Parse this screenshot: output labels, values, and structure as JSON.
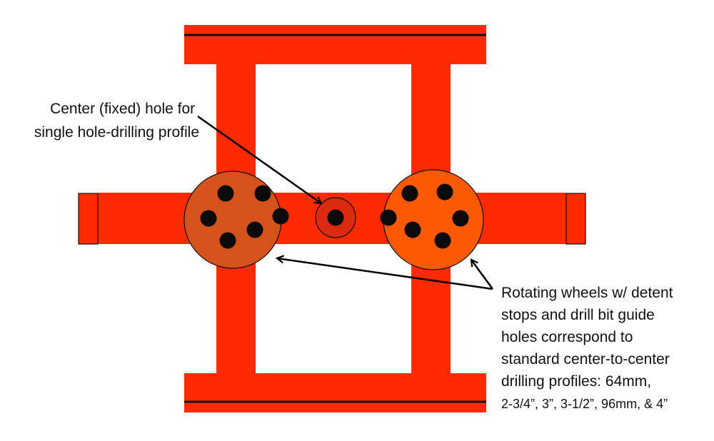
{
  "colors": {
    "frame": "#ff2a00",
    "left_wheel": "#d5531b",
    "right_wheel": "#ff5900",
    "center_hub": "#dc2a10",
    "hole": "#0a0a0a"
  },
  "callouts": {
    "center_hole": {
      "lines": [
        "Center (fixed) hole for",
        "single hole-drilling profile"
      ]
    },
    "wheels": {
      "lines": [
        "Rotating wheels w/ detent",
        "stops and drill bit guide",
        "holes correspond to",
        "standard center-to-center",
        "drilling profiles: 64mm,",
        "2-3/4”, 3”, 3-1/2”, 96mm, & 4”"
      ]
    }
  }
}
